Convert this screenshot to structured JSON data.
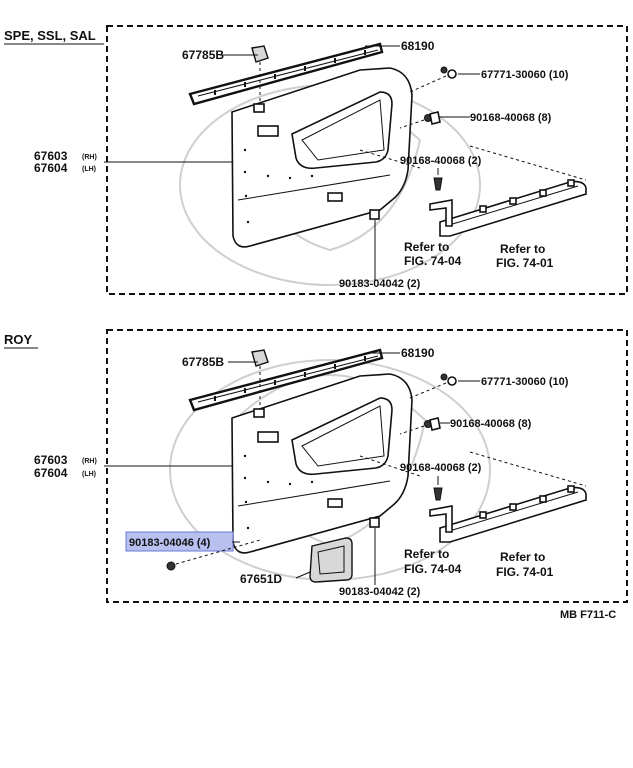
{
  "figure_code": "MB  F711-C",
  "sections": [
    {
      "title": "SPE, SSL, SAL",
      "labels": {
        "clip_top": "67785B",
        "weatherstrip": "68190",
        "panel_rh": "67603",
        "panel_rh_side": "(RH)",
        "panel_lh": "67604",
        "panel_lh_side": "(LH)",
        "screw_top": "67771-30060 (10)",
        "clip_8": "90168-40068 (8)",
        "clip_2": "90168-40068 (2)",
        "bottom_clip": "90183-04042 (2)",
        "refer_a_1": "Refer to",
        "refer_a_2": "FIG. 74-04",
        "refer_b_1": "Refer to",
        "refer_b_2": "FIG. 74-01"
      }
    },
    {
      "title": "ROY",
      "labels": {
        "clip_top": "67785B",
        "weatherstrip": "68190",
        "panel_rh": "67603",
        "panel_rh_side": "(RH)",
        "panel_lh": "67604",
        "panel_lh_side": "(LH)",
        "screw_top": "67771-30060 (10)",
        "clip_8": "90168-40068 (8)",
        "clip_2": "90168-40068 (2)",
        "bottom_clip": "90183-04042 (2)",
        "highlight_part": "90183-04046 (4)",
        "cover": "67651D",
        "refer_a_1": "Refer to",
        "refer_a_2": "FIG. 74-04",
        "refer_b_1": "Refer to",
        "refer_b_2": "FIG. 74-01"
      }
    }
  ],
  "colors": {
    "ink": "#111111",
    "highlight_fill": "#b8c0ef",
    "highlight_stroke": "#6b78d6",
    "watermark": "#cfcfcf"
  }
}
